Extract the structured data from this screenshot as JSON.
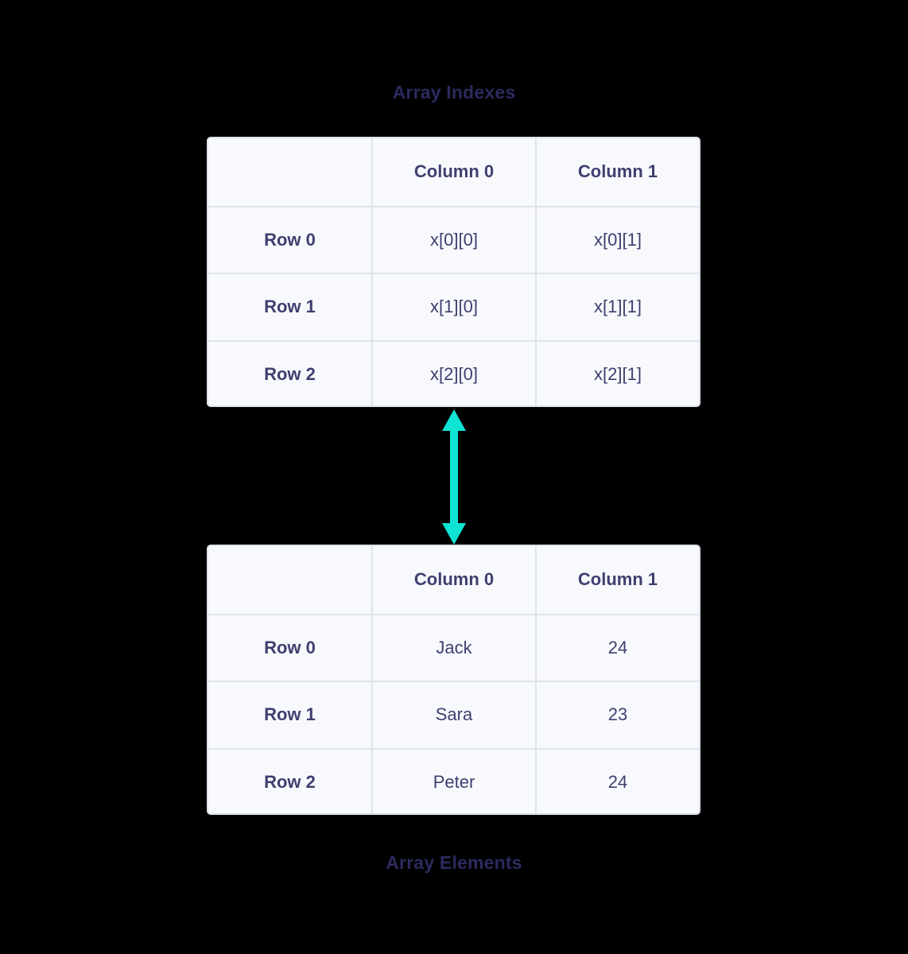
{
  "diagram": {
    "title_top": "Array Indexes",
    "title_bottom": "Array Elements",
    "accent_color": "#0fe3d3",
    "text_color": "#3f3f70",
    "heading_color": "#2b2b5e",
    "cell_background": "#f8f9fd",
    "border_color": "#dde3ec",
    "connector": {
      "name": "double-headed-vertical-arrow",
      "direction": "both"
    }
  },
  "table_indexes": {
    "caption": "Array Indexes",
    "columns": [
      "",
      "Column 0",
      "Column 1"
    ],
    "rows": [
      {
        "label": "Row 0",
        "cells": [
          "x[0][0]",
          "x[0][1]"
        ]
      },
      {
        "label": "Row 1",
        "cells": [
          "x[1][0]",
          "x[1][1]"
        ]
      },
      {
        "label": "Row 2",
        "cells": [
          "x[2][0]",
          "x[2][1]"
        ]
      }
    ]
  },
  "table_elements": {
    "caption": "Array Elements",
    "columns": [
      "",
      "Column 0",
      "Column 1"
    ],
    "rows": [
      {
        "label": "Row 0",
        "cells": [
          "Jack",
          "24"
        ]
      },
      {
        "label": "Row 1",
        "cells": [
          "Sara",
          "23"
        ]
      },
      {
        "label": "Row 2",
        "cells": [
          "Peter",
          "24"
        ]
      }
    ]
  }
}
